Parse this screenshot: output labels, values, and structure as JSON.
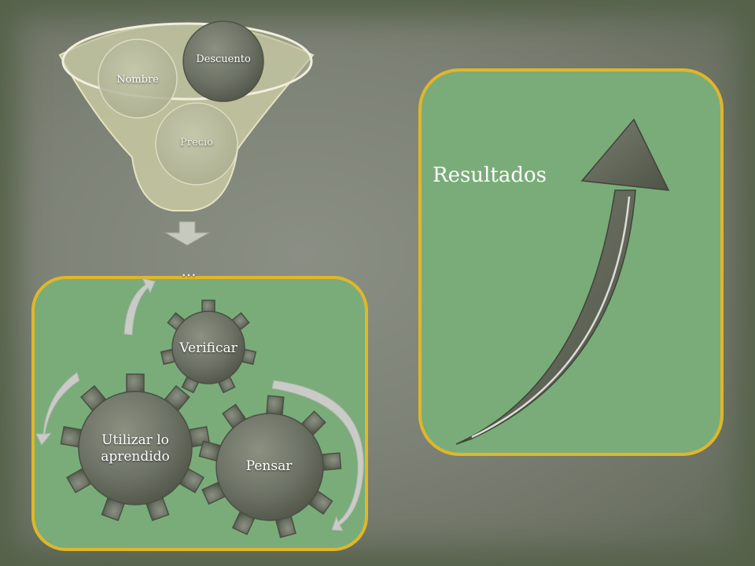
{
  "funnel": {
    "items": {
      "nombre": "Nombre",
      "descuento": "Descuento",
      "precio": "Precio"
    }
  },
  "ellipsis": "...",
  "gears": {
    "verificar": "Verificar",
    "utilizar": "Utilizar lo aprendido",
    "pensar": "Pensar"
  },
  "results": {
    "label": "Resultados"
  },
  "colors": {
    "panel_green": "#79ac79",
    "panel_border": "#e0b62a",
    "background": "#7d8276",
    "gear": "#6d7266"
  }
}
